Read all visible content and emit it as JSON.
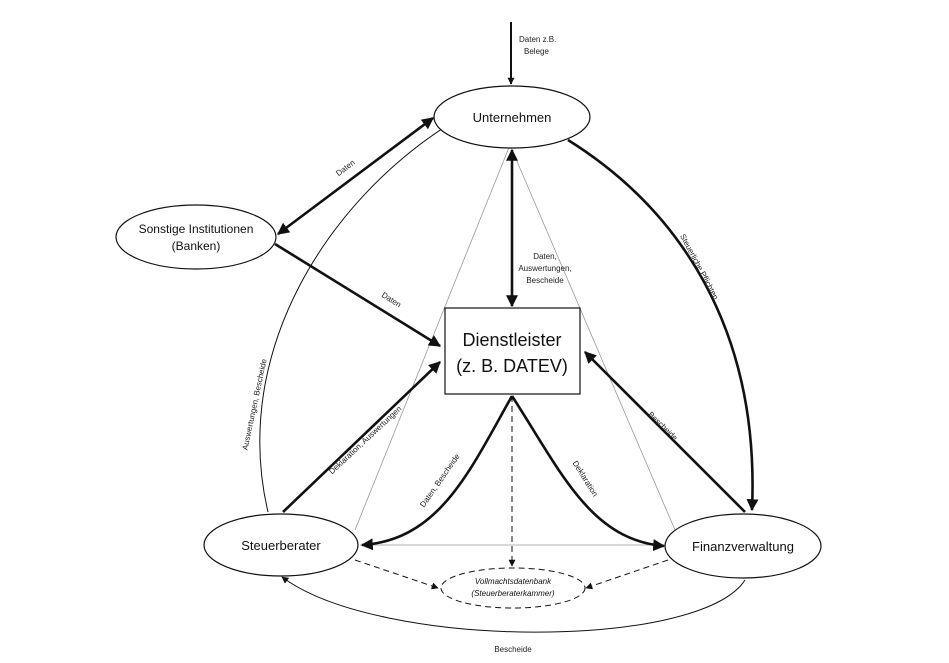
{
  "nodes": {
    "unternehmen": "Unternehmen",
    "sonstige_line1": "Sonstige Institutionen",
    "sonstige_line2": "(Banken)",
    "dienstleister_line1": "Dienstleister",
    "dienstleister_line2": "(z. B. DATEV)",
    "steuerberater": "Steuerberater",
    "finanzverwaltung": "Finanzverwaltung",
    "vollmacht_line1": "Vollmachtsdatenbank",
    "vollmacht_line2": "(Steuerberaterkammer)"
  },
  "edges": {
    "input_line1": "Daten z.B.",
    "input_line2": "Belege",
    "daten_unt_sonst": "Daten",
    "daten_sonst_dienst": "Daten",
    "center_line1": "Daten,",
    "center_line2": "Auswertungen,",
    "center_line3": "Bescheide",
    "steuerliche_pflichten": "Steuerliche Pflichten",
    "auswertungen_bescheide": "Auswertungen, Bescheide",
    "deklaration_auswertungen": "Deklaration, Auswertungen",
    "daten_bescheide": "Daten, Bescheide",
    "deklaration": "Deklaration",
    "bescheide_right": "Bescheide",
    "bescheide_bottom": "Bescheide"
  }
}
